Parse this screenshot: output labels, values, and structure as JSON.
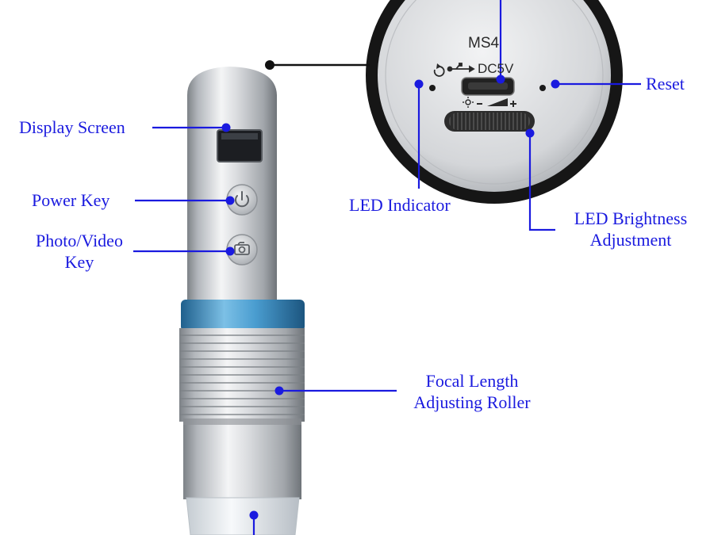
{
  "device": {
    "model": "MS4",
    "port_label": "DC5V"
  },
  "callouts": {
    "display_screen": "Display Screen",
    "power_key": "Power Key",
    "photo_video_key": {
      "line1": "Photo/Video",
      "line2": "Key"
    },
    "reset": "Reset",
    "led_indicator": "LED Indicator",
    "led_brightness": {
      "line1": "LED Brightness",
      "line2": "Adjustment"
    },
    "focal_length": {
      "line1": "Focal Length",
      "line2": "Adjusting Roller"
    }
  },
  "icons": {
    "power": "power-icon",
    "camera": "camera-icon",
    "usb": "usb-icon",
    "reset": "refresh-icon",
    "brightness": "sun-icon"
  },
  "colors": {
    "callout_text": "#1a1adf",
    "leader_line": "#1a1adf",
    "blue_ring": "#3a8ec4",
    "body_silver": "#c9ccd0"
  }
}
